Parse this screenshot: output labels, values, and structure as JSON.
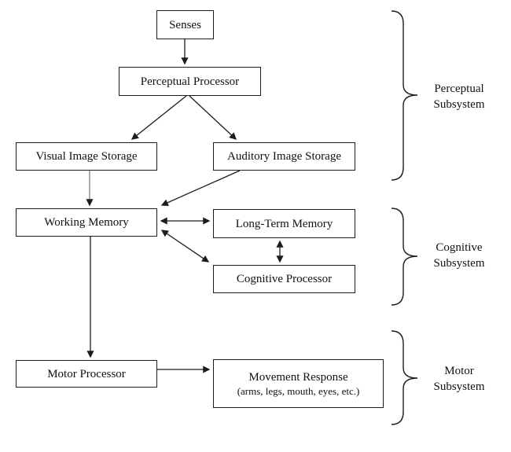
{
  "nodes": {
    "senses": "Senses",
    "perceptual_processor": "Perceptual Processor",
    "visual_image_storage": "Visual Image Storage",
    "auditory_image_storage": "Auditory Image Storage",
    "working_memory": "Working Memory",
    "long_term_memory": "Long-Term Memory",
    "cognitive_processor": "Cognitive Processor",
    "motor_processor": "Motor Processor",
    "movement_response_line1": "Movement Response",
    "movement_response_line2": "(arms, legs, mouth, eyes, etc.)"
  },
  "group_labels": {
    "perceptual": {
      "line1": "Perceptual",
      "line2": "Subsystem"
    },
    "cognitive": {
      "line1": "Cognitive",
      "line2": "Subsystem"
    },
    "motor": {
      "line1": "Motor",
      "line2": "Subsystem"
    }
  },
  "edges": [
    {
      "from": "Senses",
      "to": "Perceptual Processor",
      "direction": "one-way"
    },
    {
      "from": "Perceptual Processor",
      "to": "Visual Image Storage",
      "direction": "one-way"
    },
    {
      "from": "Perceptual Processor",
      "to": "Auditory Image Storage",
      "direction": "one-way"
    },
    {
      "from": "Visual Image Storage",
      "to": "Working Memory",
      "direction": "one-way"
    },
    {
      "from": "Auditory Image Storage",
      "to": "Working Memory",
      "direction": "one-way"
    },
    {
      "from": "Working Memory",
      "to": "Long-Term Memory",
      "direction": "two-way"
    },
    {
      "from": "Working Memory",
      "to": "Cognitive Processor",
      "direction": "two-way"
    },
    {
      "from": "Long-Term Memory",
      "to": "Cognitive Processor",
      "direction": "two-way"
    },
    {
      "from": "Working Memory",
      "to": "Motor Processor",
      "direction": "one-way"
    },
    {
      "from": "Motor Processor",
      "to": "Movement Response",
      "direction": "one-way"
    }
  ],
  "colors": {
    "line": "#1c1c1c",
    "visual_to_working_line": "#808080",
    "background": "#ffffff",
    "text": "#111111"
  }
}
